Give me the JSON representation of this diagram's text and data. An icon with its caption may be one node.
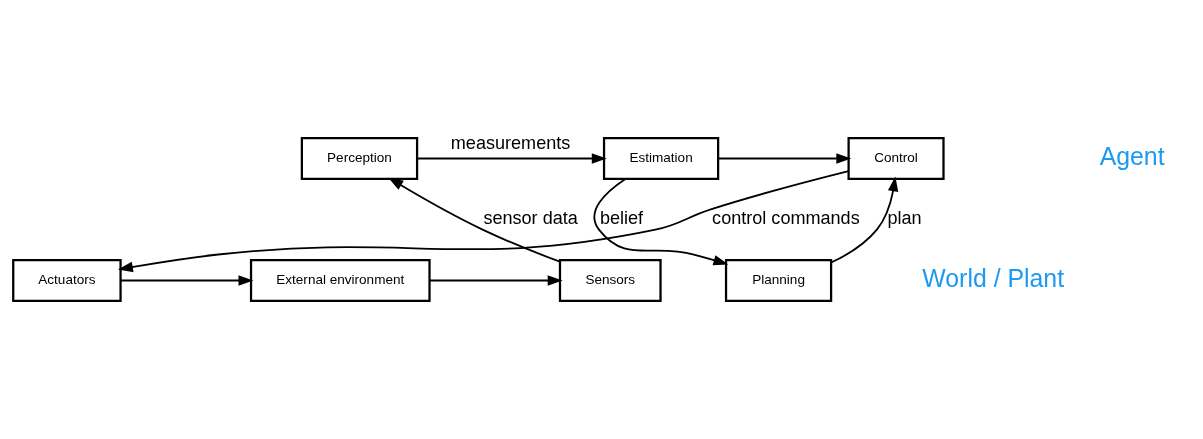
{
  "diagram": {
    "nodes": [
      {
        "text": [
          "Perception"
        ]
      },
      {
        "text": [
          "Estimation"
        ]
      },
      {
        "text": [
          "Control"
        ]
      },
      {
        "text": [
          "Planning"
        ]
      },
      {
        "text": [
          "Sensors"
        ]
      },
      {
        "text": [
          "External environment"
        ]
      },
      {
        "text": [
          "Actuators"
        ]
      }
    ],
    "edges": [
      {
        "from": 0,
        "to": 1,
        "arrow": "to",
        "label": "measurements"
      },
      {
        "from": 1,
        "to": 3,
        "arrow": "to",
        "label": "belief"
      },
      {
        "from": 1,
        "to": 2,
        "arrow": "to"
      },
      {
        "from": 3,
        "to": 2,
        "arrow": "to",
        "label": "plan"
      },
      {
        "from": 2,
        "to": 6,
        "arrow": "to",
        "label": "control commands"
      },
      {
        "from": 6,
        "to": 5,
        "arrow": "to"
      },
      {
        "from": 5,
        "to": 4,
        "arrow": "to"
      },
      {
        "from": 4,
        "to": 0,
        "arrow": "to",
        "label": "sensor data"
      }
    ],
    "labels": [
      "Agent",
      "World / Plant"
    ]
  }
}
